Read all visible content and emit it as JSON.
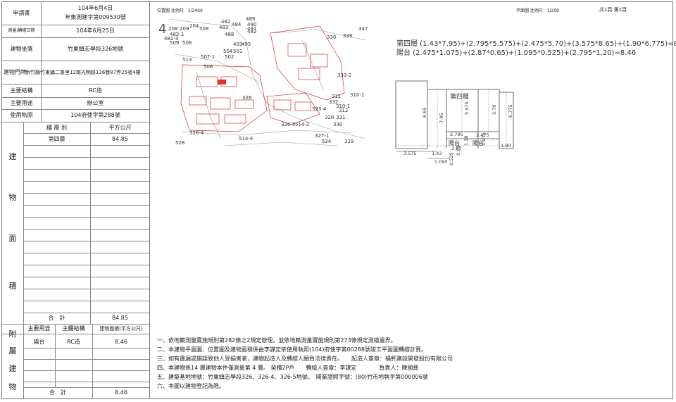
{
  "header": {
    "apply_label": "申請書",
    "apply_date": "104年6月4日",
    "apply_no": "年東測建字第009530號",
    "survey_date_label": "測量/轉繪日期",
    "survey_date": "104年6月25日",
    "location_label": "建物坐落",
    "location": "竹東鎮志學段326地號",
    "door_label": "建物門牌",
    "door": "新竹縣竹東鎮二重里12鄰光明路126巷87弄25號4樓",
    "structure_label": "主要結構",
    "structure": "RC造",
    "use_label": "主要用途",
    "use": "辦公室",
    "permit_label": "使用執照",
    "permit": "104府使字第288號"
  },
  "building_table": {
    "side_title": [
      "建",
      "物",
      "面",
      "積"
    ],
    "col_floor": "樓 層 別",
    "col_area": "平方公尺",
    "rows": [
      {
        "floor": "第四層",
        "area": "84.85"
      }
    ],
    "total_label": "合　計",
    "total": "84.85"
  },
  "annex_table": {
    "side_title": [
      "附",
      "屬",
      "建",
      "物"
    ],
    "col_use": "主要用途",
    "col_struct": "主體結構",
    "col_area": "建物面積(平方公尺)",
    "rows": [
      {
        "use": "陽台",
        "struct": "RC造",
        "area": "8.46"
      }
    ],
    "total_label": "合　計",
    "total": "8.46"
  },
  "location_map": {
    "title": "位置圖",
    "scale_label": "比例尺",
    "scale": "1/2400",
    "north": "4",
    "lot_labels": [
      "489",
      "482",
      "490",
      "484",
      "491",
      "492",
      "208",
      "209",
      "204",
      "509",
      "483",
      "488",
      "338",
      "339",
      "347",
      "482-3",
      "482-1",
      "508",
      "493",
      "495",
      "509",
      "501",
      "504",
      "502",
      "513",
      "507-1",
      "506",
      "333-2",
      "326",
      "310-1",
      "333-4",
      "332",
      "311",
      "310-1",
      "312",
      "328",
      "331",
      "330",
      "326-4",
      "514-4",
      "326-5",
      "514-2",
      "327-1",
      "524",
      "329",
      "528"
    ]
  },
  "floor_plan": {
    "title": "平面圖",
    "scale_label": "比例尺",
    "scale": "1/200",
    "page": "共1頁 第1頁",
    "formula_floor": "第四層 (1.43*7.95)+(2.795*5.575)+(2.475*5.70)+(3.575*8.65)+(1.90*6.775)=84.85",
    "formula_balcony": "陽台 (2.475*1.075)+(2.87*0.65)+(1.095*0.525)+(2.795*1.20)=8.46",
    "room_label": "第四層",
    "balcony_label_1": "陽台",
    "balcony_label_2": "陽台",
    "dims": {
      "d865": "8.65",
      "d795": "7.95",
      "d5575": "5.575",
      "d570": "5.70",
      "d6775": "6.775",
      "d2795": "2.795",
      "d2475": "2.475",
      "d287": "2.87",
      "d120": "1.20",
      "d1075": "1.075",
      "d190": "1.90",
      "d065": "0.65",
      "d3575": "3.575",
      "d143": "1.43",
      "d1095": "1.095",
      "d0525": "0.525"
    }
  },
  "notes": [
    "一、依地籍測量實施規則第282條之2規定辦理。並依地籍測量實施規則第273條規定測繪邊界。",
    "二、本建物平面圖、位置圖及建物面積係由李謀定依使用執照(104)府使字第00288號竣工平面圖轉繪計算。",
    "三、如有遺漏或錯誤致他人受損害者，建物起造人及轉繪人願負法律責任。　　起造人簽章：福軒建設開發股份有限公司",
    "四、本建物係14 層建物本件僅測量第 4 層。 癸種2P戶　　轉繪人簽章：李謀定　　　　負責人：陳國彝",
    "五、建築基地地號：竹東鎮志學段326、326-4、326-5地號。　開業證照字號：(80)竹市地執字第000006號",
    "六、本圖以建物登記為限。"
  ]
}
